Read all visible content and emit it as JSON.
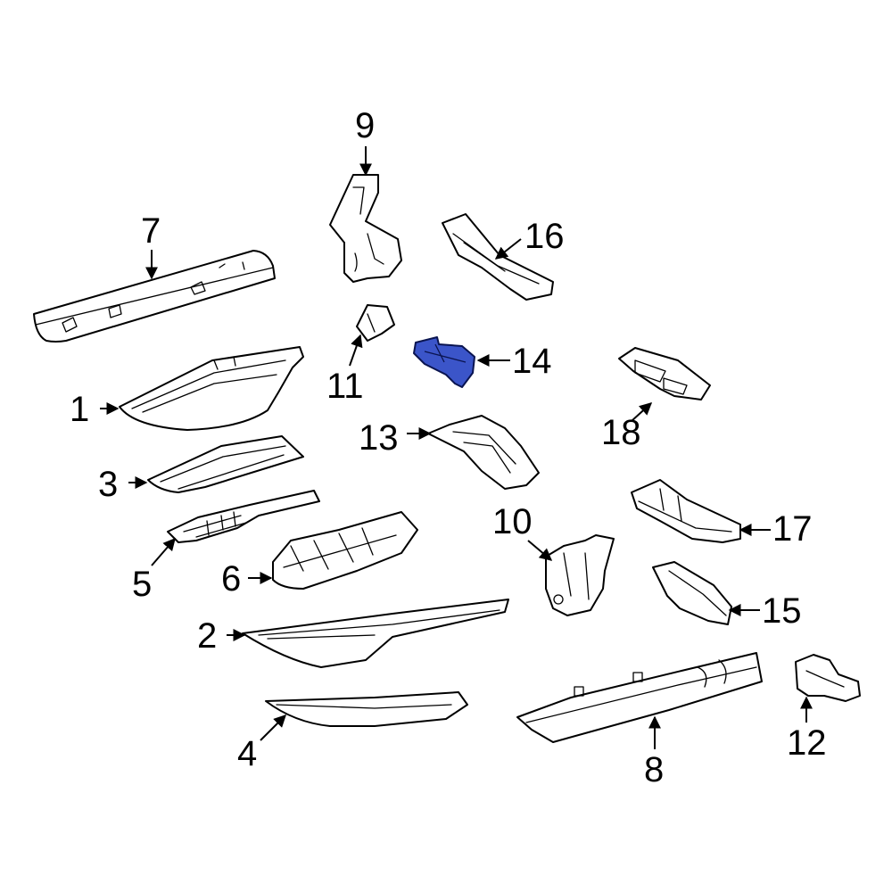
{
  "callouts": [
    "1",
    "2",
    "3",
    "4",
    "5",
    "6",
    "7",
    "8",
    "9",
    "10",
    "11",
    "12",
    "13",
    "14",
    "15",
    "16",
    "17",
    "18"
  ],
  "highlight_color": "#3b55c9",
  "highlighted_part": "14"
}
